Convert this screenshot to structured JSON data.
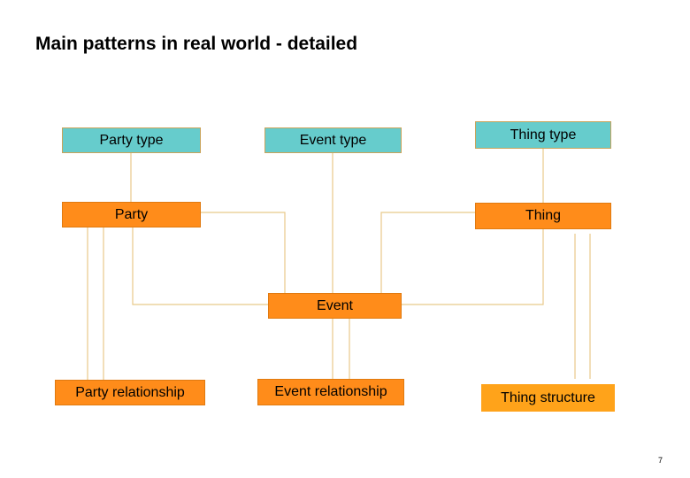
{
  "title": "Main patterns in real world - detailed",
  "boxes": {
    "party_type": "Party type",
    "event_type": "Event type",
    "thing_type": "Thing type",
    "party": "Party",
    "thing": "Thing",
    "event": "Event",
    "party_relationship": "Party relationship",
    "event_relationship": "Event relationship",
    "thing_structure": "Thing structure"
  },
  "page_number": "7",
  "colors": {
    "type_fill": "#66cccc",
    "entity_fill": "#ff8c1a",
    "connector": "#e8c98a"
  }
}
